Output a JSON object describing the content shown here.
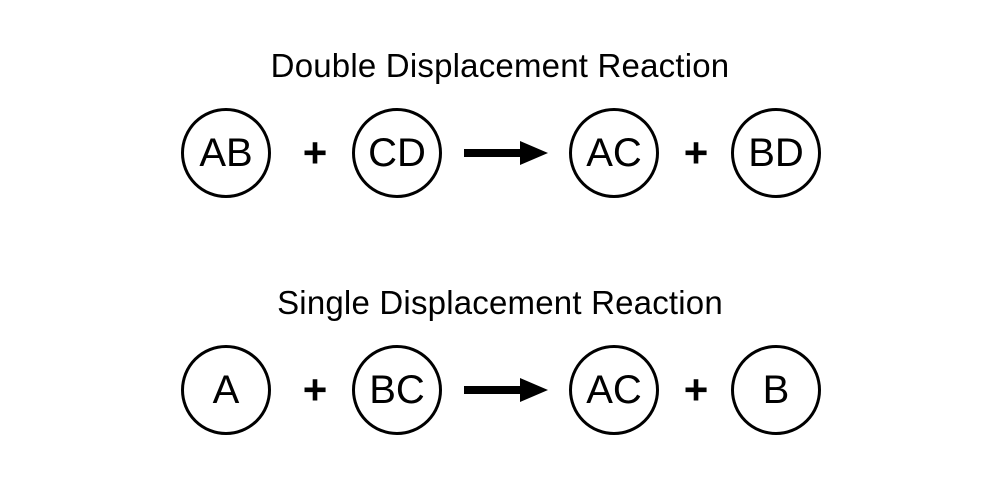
{
  "diagram": {
    "double": {
      "title": "Double Displacement Reaction",
      "reactants": [
        "AB",
        "CD"
      ],
      "products": [
        "AC",
        "BD"
      ],
      "plus": "+"
    },
    "single": {
      "title": "Single Displacement Reaction",
      "reactants": [
        "A",
        "BC"
      ],
      "products": [
        "AC",
        "B"
      ],
      "plus": "+"
    },
    "colors": {
      "stroke": "#000000",
      "background": "#ffffff"
    },
    "icons": {
      "arrow": "right-arrow-icon",
      "plus": "plus-sign"
    }
  }
}
